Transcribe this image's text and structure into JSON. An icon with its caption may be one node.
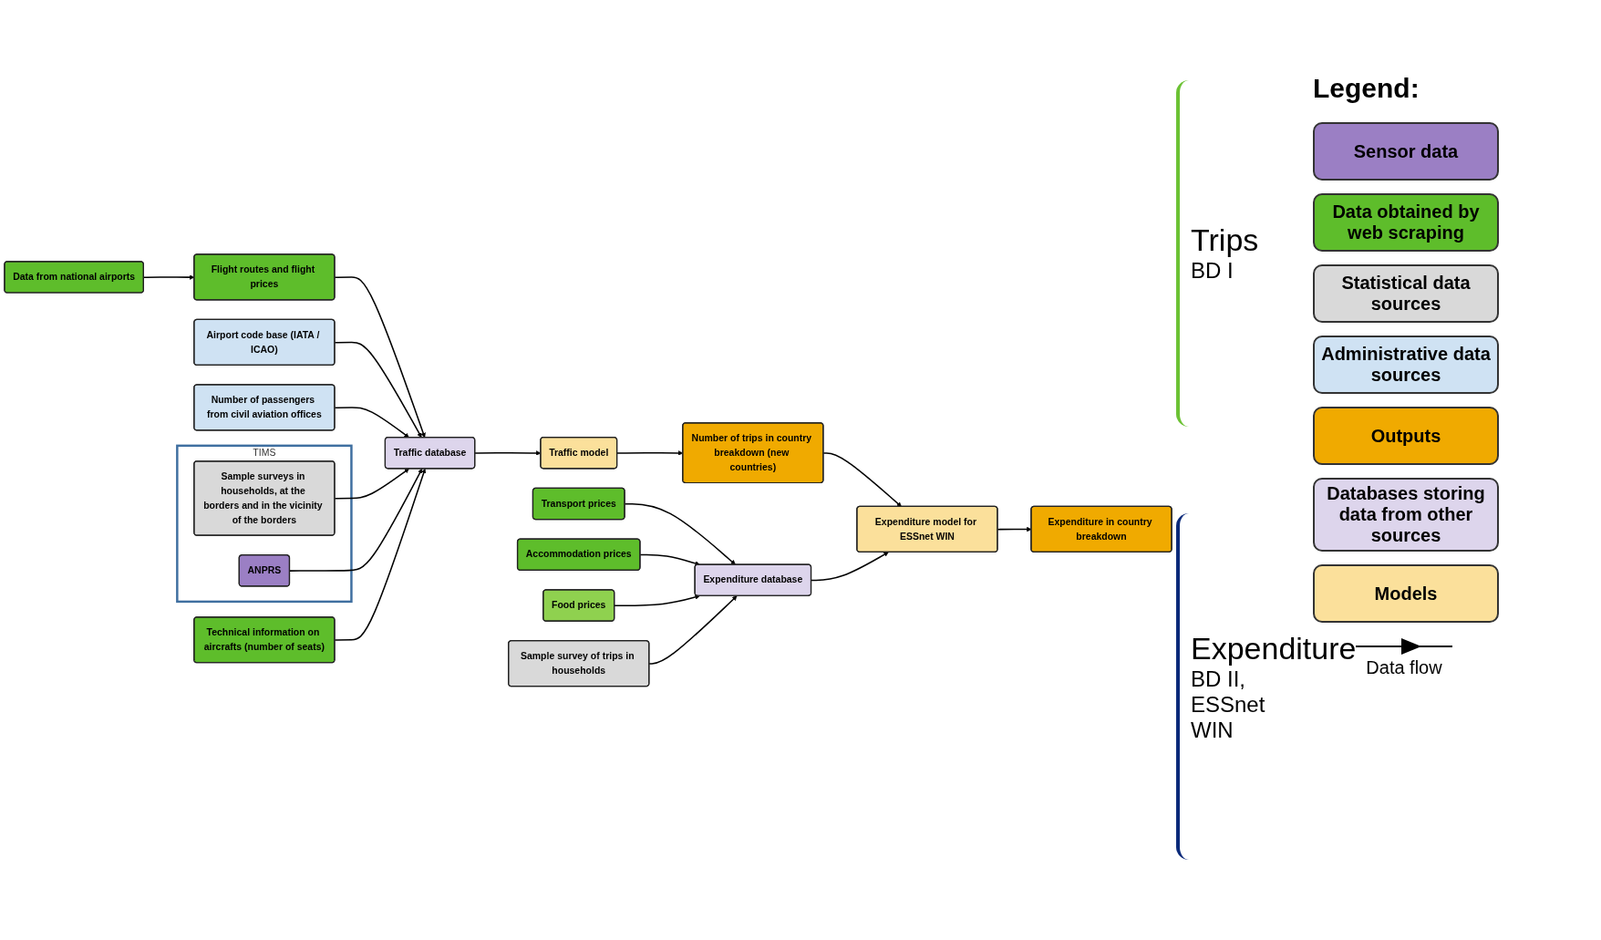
{
  "diagram": {
    "nodes": [
      {
        "text": [
          "Data from national airports"
        ]
      },
      {
        "text": [
          "Flight routes and flight prices"
        ]
      },
      {
        "text": [
          "Airport code base (IATA / ICAO)"
        ]
      },
      {
        "text": [
          "Number of passengers from civil aviation offices"
        ]
      },
      {
        "text": [
          "TIMS"
        ]
      },
      {
        "text": [
          "Sample surveys in households, at the borders and in the vicinity of the borders"
        ],
        "in": 4
      },
      {
        "text": [
          "ANPRS"
        ],
        "in": 4
      },
      {
        "text": [
          "Traffic database"
        ]
      },
      {
        "text": [
          "Technical information on aircrafts (number of seats)"
        ]
      },
      {
        "text": [
          "Traffic model"
        ]
      },
      {
        "text": [
          "Number of trips in country breakdown (new countries)"
        ]
      },
      {
        "text": [
          "Expenditure model for ESSnet WIN"
        ]
      },
      {
        "text": [
          "Expenditure in country breakdown"
        ]
      },
      {
        "text": [
          "Transport prices"
        ]
      },
      {
        "text": [
          "Expenditure database"
        ]
      },
      {
        "text": [
          "Food prices"
        ]
      },
      {
        "text": [
          "Accommodation prices"
        ]
      },
      {
        "text": [
          "Sample survey of trips in households"
        ]
      }
    ],
    "edges": [
      {
        "from": 0,
        "to": 1,
        "arrow": "to"
      },
      {
        "from": 1,
        "to": 7,
        "arrow": "to"
      },
      {
        "from": 2,
        "to": 7,
        "arrow": "to"
      },
      {
        "from": 3,
        "to": 7,
        "arrow": "to"
      },
      {
        "from": 5,
        "to": 7,
        "arrow": "to"
      },
      {
        "from": 6,
        "to": 7,
        "arrow": "to"
      },
      {
        "from": 8,
        "to": 7,
        "arrow": "to"
      },
      {
        "from": 7,
        "to": 9,
        "arrow": "to"
      },
      {
        "from": 9,
        "to": 10,
        "arrow": "to"
      },
      {
        "from": 10,
        "to": 11,
        "arrow": "to"
      },
      {
        "from": 11,
        "to": 12,
        "arrow": "to"
      },
      {
        "from": 14,
        "to": 11,
        "arrow": "to"
      },
      {
        "from": 13,
        "to": 14,
        "arrow": "to"
      },
      {
        "from": 16,
        "to": 14,
        "arrow": "to"
      },
      {
        "from": 15,
        "to": 14,
        "arrow": "to"
      },
      {
        "from": 17,
        "to": 14,
        "arrow": "to"
      }
    ],
    "labels": [
      "Trips",
      "BD I",
      "Expenditure",
      "BD II, ESSnet WIN",
      "Legend:"
    ],
    "legend": [
      {
        "text": "Sensor data",
        "color": "#9b7fc4"
      },
      {
        "text": "Data obtained by web scraping",
        "color": "#5ebd2b"
      },
      {
        "text": "Statistical data sources",
        "color": "#d9d9d9"
      },
      {
        "text": "Administrative data sources",
        "color": "#cfe2f3"
      },
      {
        "text": "Outputs",
        "color": "#f0aa00"
      },
      {
        "text": "Databases storing data from other sources",
        "color": "#ddd5ec"
      },
      {
        "text": "Models",
        "color": "#fbe09b"
      },
      {
        "text": "Data flow"
      }
    ]
  }
}
